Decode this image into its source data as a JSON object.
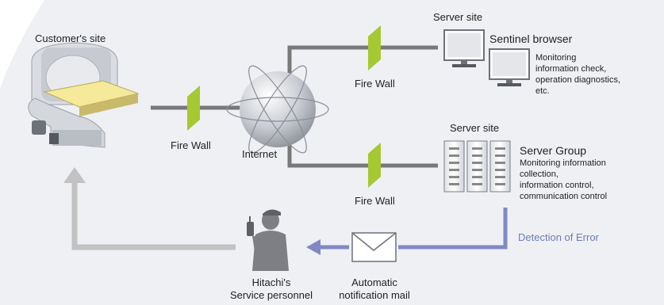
{
  "customer": {
    "title": "Customer's site"
  },
  "firewalls": {
    "left": "Fire Wall",
    "top": "Fire Wall",
    "bottom": "Fire Wall"
  },
  "internet": {
    "label": "Internet"
  },
  "server_site_top": {
    "title": "Server site",
    "browser_title": "Sentinel browser",
    "browser_desc": [
      "Monitoring",
      "information check,",
      "operation diagnostics,",
      "etc."
    ]
  },
  "server_site_bottom": {
    "title": "Server site",
    "group_title": "Server Group",
    "group_desc": [
      "Monitoring information",
      "collection,",
      "information control,",
      "communication control"
    ]
  },
  "error": {
    "label": "Detection of Error"
  },
  "personnel": {
    "lines": [
      "Hitachi's",
      "Service personnel"
    ]
  },
  "mail": {
    "lines": [
      "Automatic",
      "notification mail"
    ]
  },
  "colors": {
    "background_panel": "#eef0f4",
    "connector_dark": "#787878",
    "arrow_light": "#c2c2c2",
    "arrow_blue": "#8089c4",
    "firewall_green": "#a6c832",
    "error_blue": "#6f7bb7"
  }
}
